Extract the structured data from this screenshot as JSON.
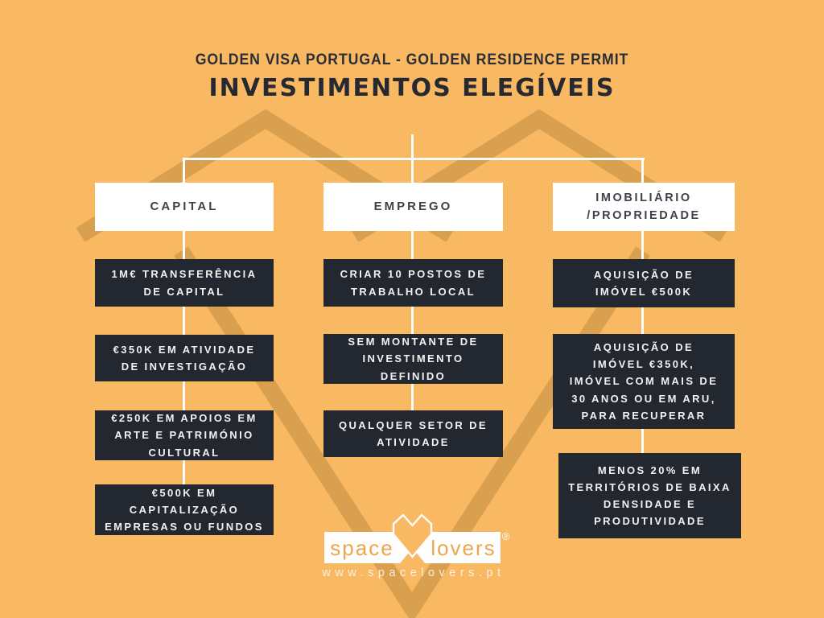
{
  "header": {
    "subtitle": "GOLDEN VISA PORTUGAL - GOLDEN RESIDENCE PERMIT",
    "title": "INVESTIMENTOS ELEGÍVEIS"
  },
  "columns": [
    {
      "header": "CAPITAL",
      "boxes": [
        "1M€ TRANSFERÊNCIA\nDE CAPITAL",
        "€350K EM ATIVIDADE\nDE INVESTIGAÇÃO",
        "€250K EM APOIOS EM\nARTE E PATRIMÓNIO\nCULTURAL",
        "€500K EM\nCAPITALIZAÇÃO\nEMPRESAS OU FUNDOS"
      ]
    },
    {
      "header": "EMPREGO",
      "boxes": [
        "CRIAR 10 POSTOS DE\nTRABALHO LOCAL",
        "SEM MONTANTE  DE\nINVESTIMENTO\nDEFINIDO",
        "QUALQUER SETOR DE\nATIVIDADE"
      ]
    },
    {
      "header": "IMOBILIÁRIO\n/PROPRIEDADE",
      "boxes": [
        "AQUISIÇÃO DE\nIMÓVEL €500K",
        "AQUISIÇÃO DE\nIMÓVEL €350K,\nIMÓVEL COM MAIS DE\n30 ANOS OU EM ARU,\nPARA RECUPERAR",
        "MENOS 20% EM\nTERRITÓRIOS DE BAIXA\nDENSIDADE E\nPRODUTIVIDADE"
      ]
    }
  ],
  "brand": {
    "word_left": "space",
    "word_right": "lovers",
    "registered": "®",
    "website": "www.spacelovers.pt",
    "heart_icon": "heart-outline"
  },
  "colors": {
    "background": "#F9B862",
    "watermark": "#D9A050",
    "box_dark": "#232730",
    "box_light": "#FFFFFF",
    "connector": "#FDFDFD",
    "title_text": "#262931",
    "box_text": "#F2F2F2",
    "brand_orange": "#ECA64E"
  }
}
